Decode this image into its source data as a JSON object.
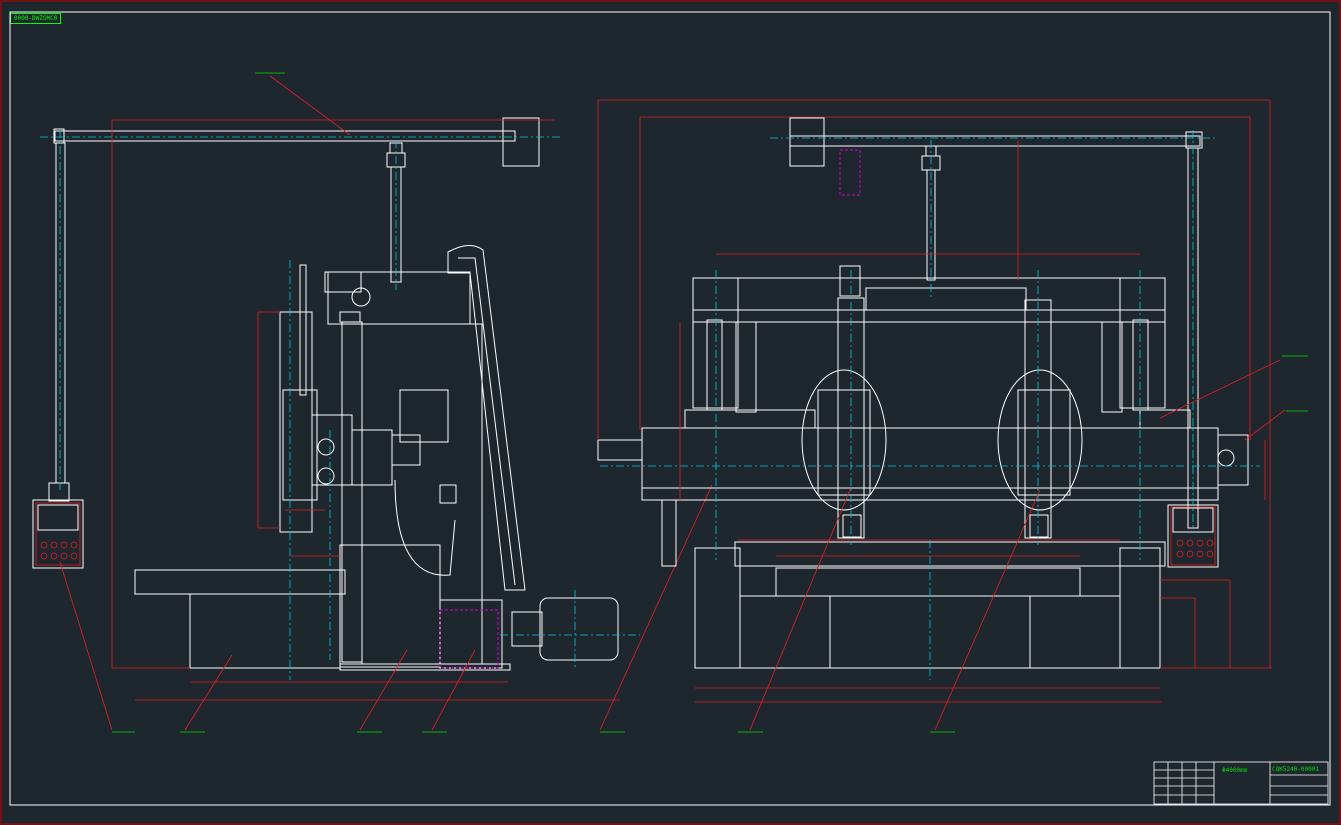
{
  "drawing_tag": "0000-DWZSMC0",
  "title_block": {
    "spec": "Φ4000mm",
    "drawing_no": "CQK5240-00001"
  },
  "colors": {
    "background": "#1e262e",
    "outline": "#ffffff",
    "centerline": "#00c8e0",
    "dimension": "#e02020",
    "annotation": "#00e000",
    "hidden": "#d000d0",
    "frame": "#c00000"
  }
}
